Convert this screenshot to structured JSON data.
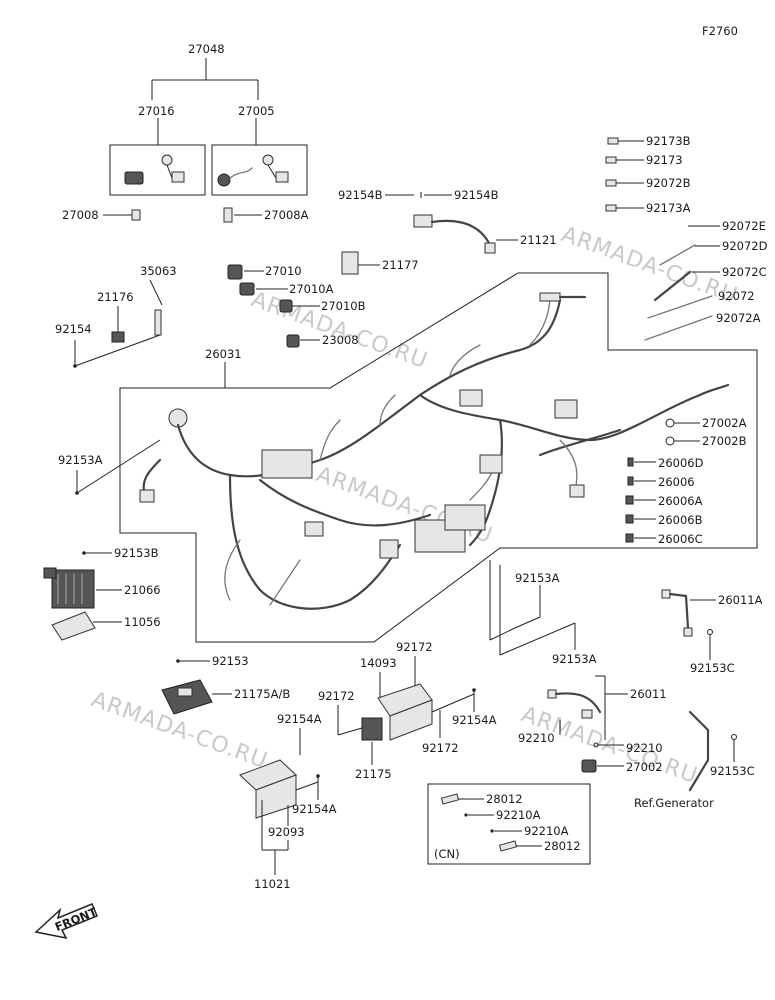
{
  "figure_code": "F2760",
  "watermark": "ARMADA-CO.RU",
  "front_label": "FRONT",
  "cn_label": "(CN)",
  "ref_label": "Ref.Generator",
  "labels": {
    "p27048": "27048",
    "p27016": "27016",
    "p27005": "27005",
    "p27008": "27008",
    "p27008A": "27008A",
    "p35063": "35063",
    "p21176": "21176",
    "p92154": "92154",
    "p27010": "27010",
    "p27010A": "27010A",
    "p27010B": "27010B",
    "p23008": "23008",
    "p21177": "21177",
    "p92154B_l": "92154B",
    "p92154B_r": "92154B",
    "p21121": "21121",
    "p92173B": "92173B",
    "p92173": "92173",
    "p92072B": "92072B",
    "p92173A": "92173A",
    "p92072E": "92072E",
    "p92072D": "92072D",
    "p92072C": "92072C",
    "p92072": "92072",
    "p92072A": "92072A",
    "p26031": "26031",
    "p92153A_l": "92153A",
    "p27002A": "27002A",
    "p27002B": "27002B",
    "p26006D": "26006D",
    "p26006": "26006",
    "p26006A": "26006A",
    "p26006B": "26006B",
    "p26006C": "26006C",
    "p92153B": "92153B",
    "p21066": "21066",
    "p11056": "11056",
    "p92153A_m": "92153A",
    "p92153A_b": "92153A",
    "p26011A": "26011A",
    "p92153C_r": "92153C",
    "p92153": "92153",
    "p21175AB": "21175A/B",
    "p14093": "14093",
    "p92172_t": "92172",
    "p92172_l": "92172",
    "p92172_b": "92172",
    "p92154A_r": "92154A",
    "p92154A_l": "92154A",
    "p92154A_b": "92154A",
    "p21175": "21175",
    "p92093": "92093",
    "p11021": "11021",
    "p26011": "26011",
    "p92210_l": "92210",
    "p92210_r": "92210",
    "p27002": "27002",
    "p92153C_b": "92153C",
    "p28012_t": "28012",
    "p92210A_1": "92210A",
    "p92210A_2": "92210A",
    "p28012_b": "28012"
  }
}
